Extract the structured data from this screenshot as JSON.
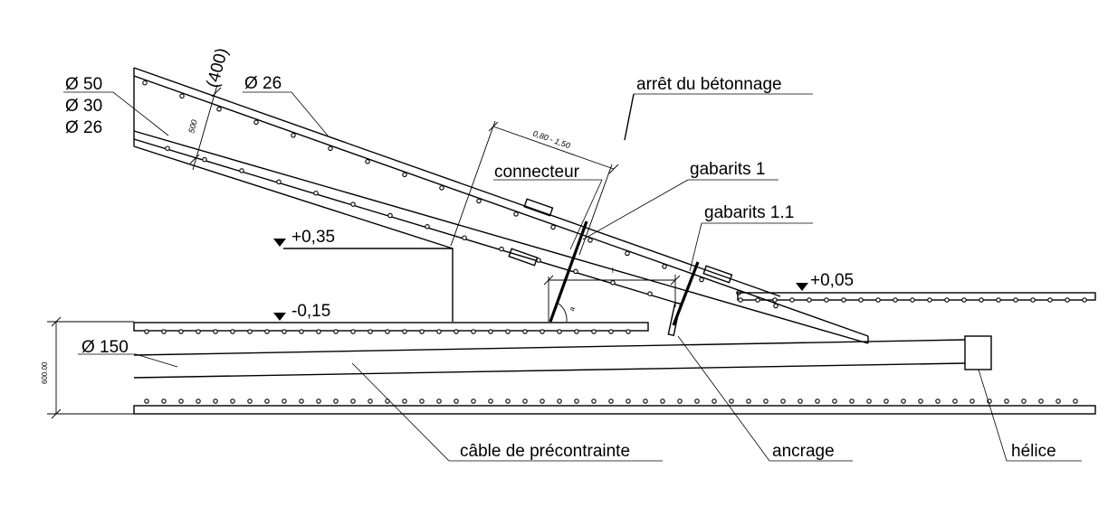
{
  "labels": {
    "dia_50": "Ø 50",
    "dia_30": "Ø 30",
    "dia_26_left": "Ø 26",
    "dia_26_top": "Ø 26",
    "dim_400": "(400)",
    "dim_500": "500",
    "arret": "arrêt du bétonnage",
    "range": "0,80 - 1,50",
    "connecteur": "connecteur",
    "gabarits1": "gabarits 1",
    "gabarits11": "gabarits 1.1",
    "lvl_p035": "+0,35",
    "lvl_m015": "-0,15",
    "lvl_p005": "+0,05",
    "dim_l": "l",
    "dim_a": "a",
    "dia_150": "Ø 150",
    "dim_600": "600.00",
    "cable": "câble de précontrainte",
    "ancrage": "ancrage",
    "helice": "hélice"
  }
}
